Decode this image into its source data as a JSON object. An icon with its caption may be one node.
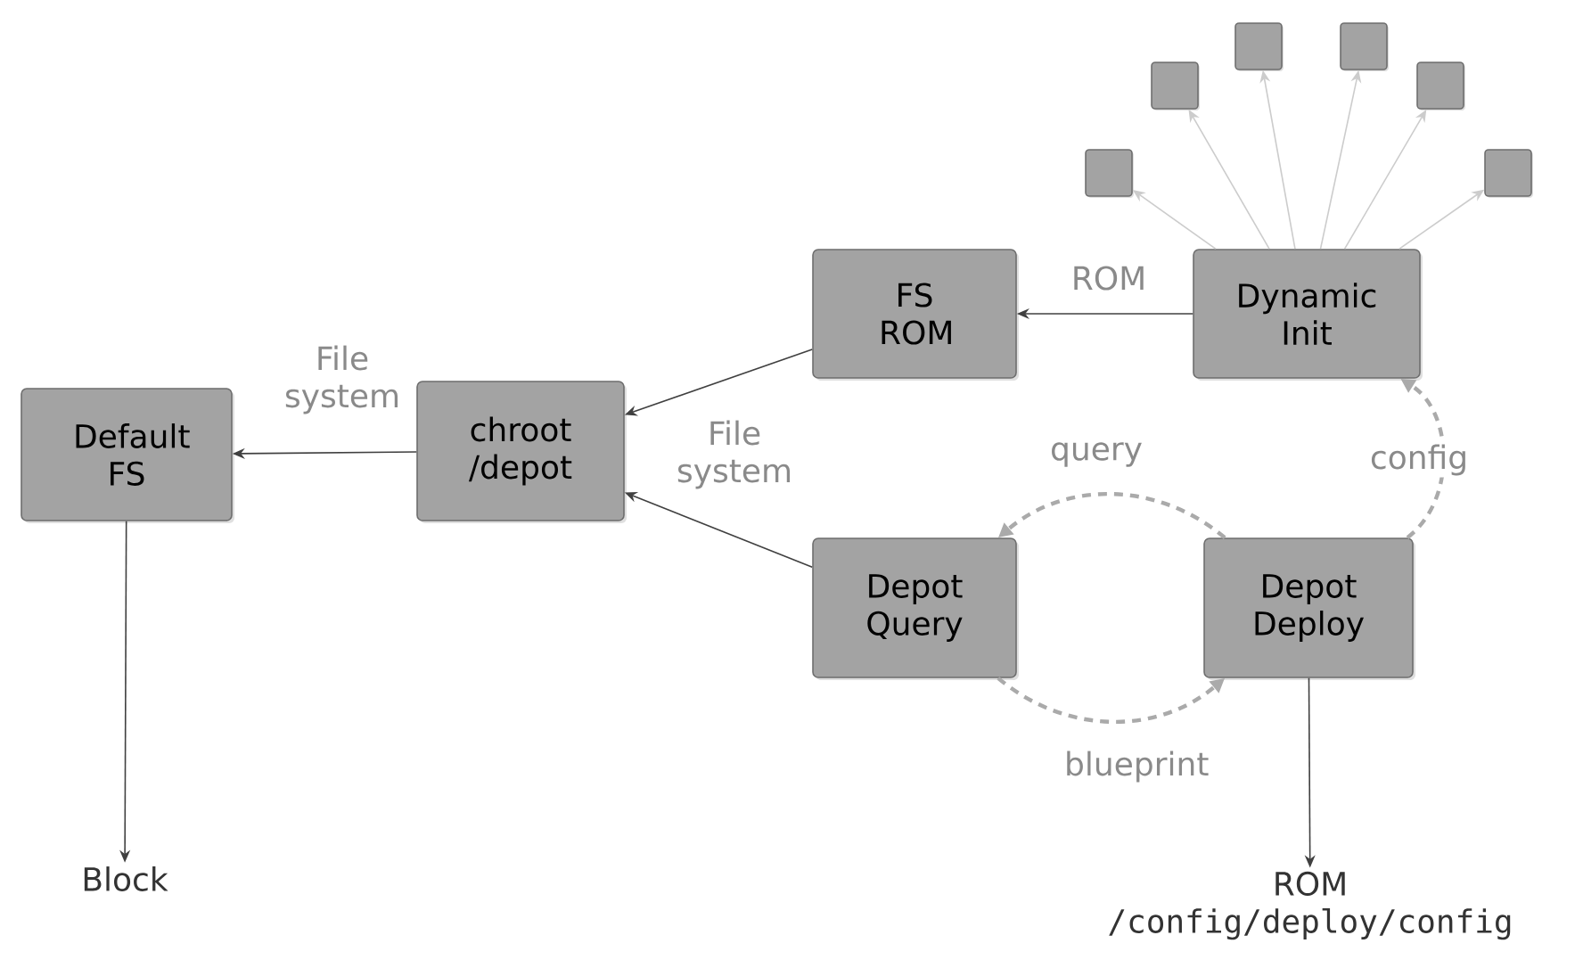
{
  "diagram": {
    "nodes": [
      {
        "text": [
          "Default FS"
        ]
      },
      {
        "text": [
          "chroot /depot"
        ]
      },
      {
        "text": [
          "FS ROM"
        ]
      },
      {
        "text": [
          "Dynamic Init"
        ]
      },
      {
        "text": [
          "Depot Query"
        ]
      },
      {
        "text": [
          "Depot Deploy"
        ]
      },
      {
        "text": [
          "Block"
        ]
      },
      {
        "text": [
          "ROM",
          "/config/deploy/config"
        ]
      },
      {
        "text": [],
        "shape": "box"
      },
      {
        "text": [],
        "shape": "box"
      },
      {
        "text": [],
        "shape": "box"
      },
      {
        "text": [],
        "shape": "box"
      },
      {
        "text": [],
        "shape": "box"
      },
      {
        "text": [],
        "shape": "box"
      }
    ],
    "edges": [
      {
        "from": 1,
        "to": 0,
        "arrow": "to",
        "label": "File system"
      },
      {
        "from": 2,
        "to": 1,
        "arrow": "to"
      },
      {
        "from": 4,
        "to": 1,
        "arrow": "to",
        "label": "File system"
      },
      {
        "from": 3,
        "to": 2,
        "arrow": "to",
        "label": "ROM"
      },
      {
        "from": 0,
        "to": 6,
        "arrow": "to"
      },
      {
        "from": 5,
        "to": 7,
        "arrow": "to"
      },
      {
        "from": 3,
        "to": 8,
        "arrow": "to",
        "color": "#cccccc"
      },
      {
        "from": 3,
        "to": 9,
        "arrow": "to",
        "color": "#cccccc"
      },
      {
        "from": 3,
        "to": 10,
        "arrow": "to",
        "color": "#cccccc"
      },
      {
        "from": 3,
        "to": 11,
        "arrow": "to",
        "color": "#cccccc"
      },
      {
        "from": 3,
        "to": 12,
        "arrow": "to",
        "color": "#cccccc"
      },
      {
        "from": 3,
        "to": 13,
        "arrow": "to",
        "color": "#cccccc"
      },
      {
        "from": 5,
        "to": 4,
        "arrow": "to",
        "label": "query",
        "style": "dashed",
        "color": "#aaaaaa"
      },
      {
        "from": 4,
        "to": 5,
        "arrow": "to",
        "label": "blueprint",
        "style": "dashed",
        "color": "#aaaaaa"
      },
      {
        "from": 5,
        "to": 3,
        "arrow": "to",
        "label": "config",
        "style": "dashed",
        "color": "#aaaaaa"
      }
    ]
  }
}
